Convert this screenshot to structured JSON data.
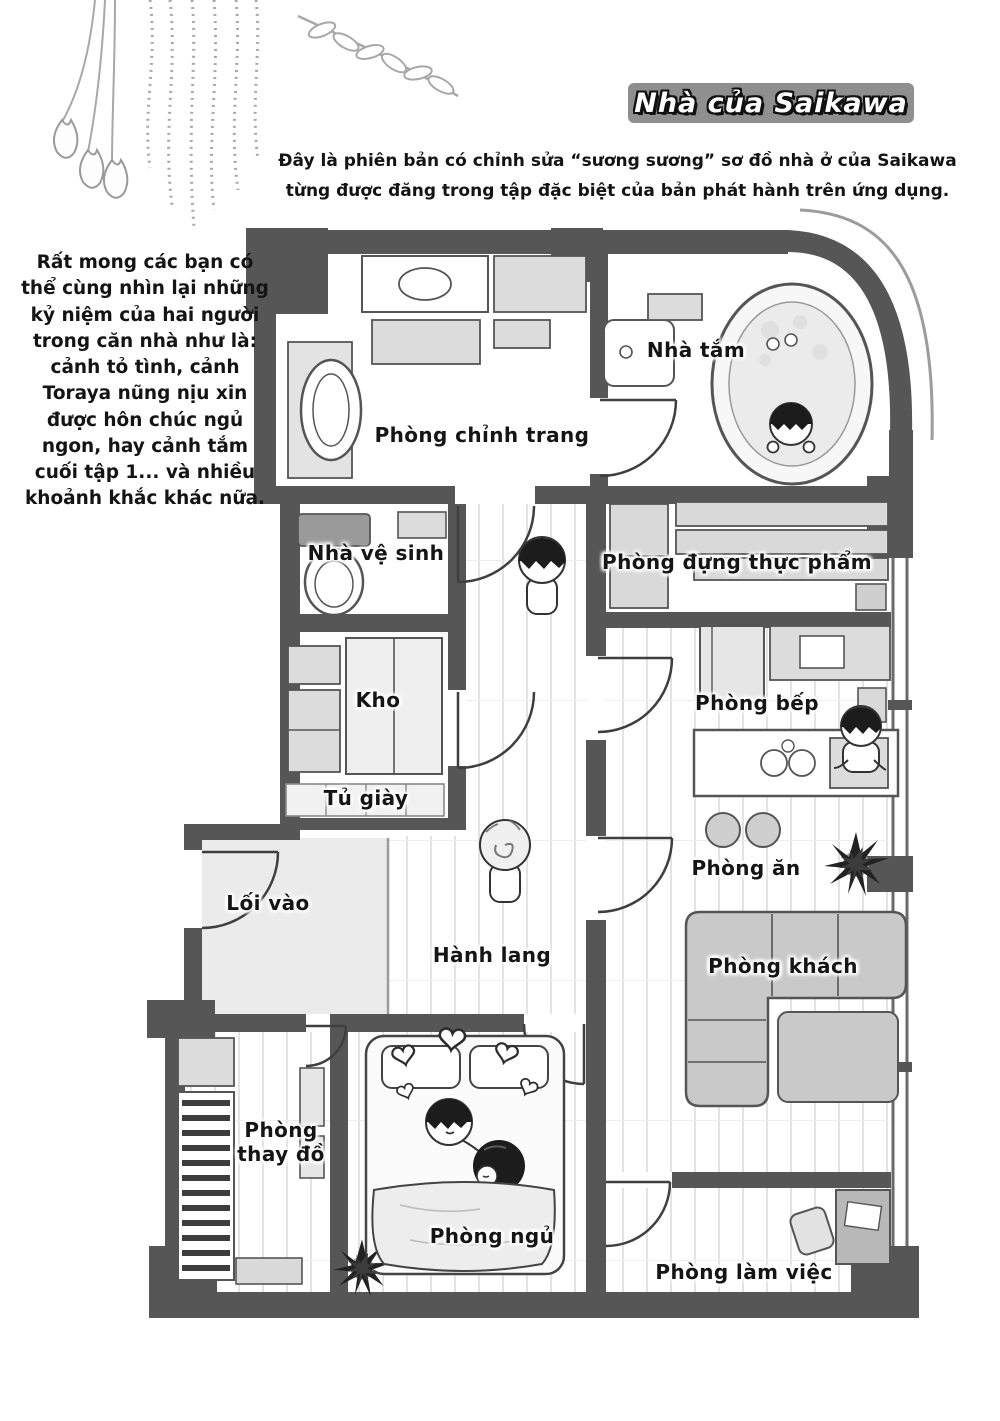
{
  "page": {
    "title": "Nhà của Saikawa",
    "intro_lines": [
      "Đây là phiên bản có chỉnh sửa “sương sương” sơ đồ nhà ở của Saikawa",
      "từng được đăng trong tập đặc biệt của bản phát hành trên ứng dụng."
    ],
    "side_note": "Rất mong các bạn có thể cùng nhìn lại những kỷ niệm của hai người trong căn nhà như là: cảnh tỏ tình, cảnh Toraya nũng nịu xin được hôn chúc ngủ ngon, hay cảnh tắm cuối tập 1... và nhiều khoảnh khắc khác nữa."
  },
  "rooms": {
    "bathroom": "Nhà tắm",
    "powder_room": "Phòng chỉnh trang",
    "toilet": "Nhà vệ sinh",
    "pantry": "Phòng đựng thực phẩm",
    "storage": "Kho",
    "kitchen": "Phòng bếp",
    "shoe_cabinet": "Tủ giày",
    "entrance": "Lối vào",
    "dining": "Phòng ăn",
    "hallway": "Hành lang",
    "living_room": "Phòng khách",
    "changing_room": "Phòng thay đồ",
    "bedroom": "Phòng ngủ",
    "office": "Phòng làm việc"
  },
  "colors": {
    "wall": "#565656",
    "banner": "#8f8f8f",
    "furniture": "#d9d9d9",
    "sofa": "#c9c9c9",
    "plant": "#222222",
    "floor": "#ffffff"
  }
}
